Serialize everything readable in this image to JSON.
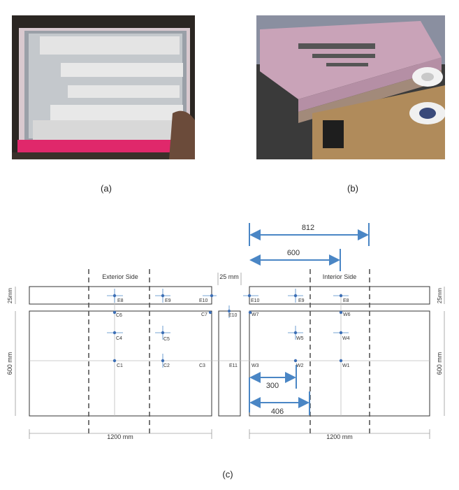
{
  "captions": {
    "a": "(a)",
    "b": "(b)",
    "c": "(c)"
  },
  "photos": {
    "a": {
      "description_icon": "insulation-panel-photo"
    },
    "b": {
      "description_icon": "foam-board-stack-photo"
    }
  },
  "diagram": {
    "side_labels": {
      "exterior": "Exterior Side",
      "interior": "Interior Side"
    },
    "dims": {
      "d812": "812",
      "d600": "600",
      "d25": "25 mm",
      "d300": "300",
      "d406": "406",
      "w_left": "1200 mm",
      "w_right": "1200 mm",
      "h_left": "600 mm",
      "h_right": "600 mm",
      "t_left": "25mm",
      "t_right": "25mm"
    },
    "sensors_top_left": [
      "E8",
      "E9",
      "E10"
    ],
    "sensors_main_left": [
      "C6",
      "C4",
      "C5",
      "C1",
      "C2",
      "C3",
      "C7"
    ],
    "sensors_middle": [
      "E10",
      "E11"
    ],
    "sensors_top_right": [
      "E10",
      "E9",
      "E8"
    ],
    "sensors_main_right": [
      "W7",
      "W6",
      "W5",
      "W4",
      "W3",
      "W2",
      "W1"
    ]
  },
  "colors": {
    "accent": "#4a86c5",
    "line": "#333333",
    "grid": "#bdbdbd",
    "pink": "#e0286b"
  }
}
